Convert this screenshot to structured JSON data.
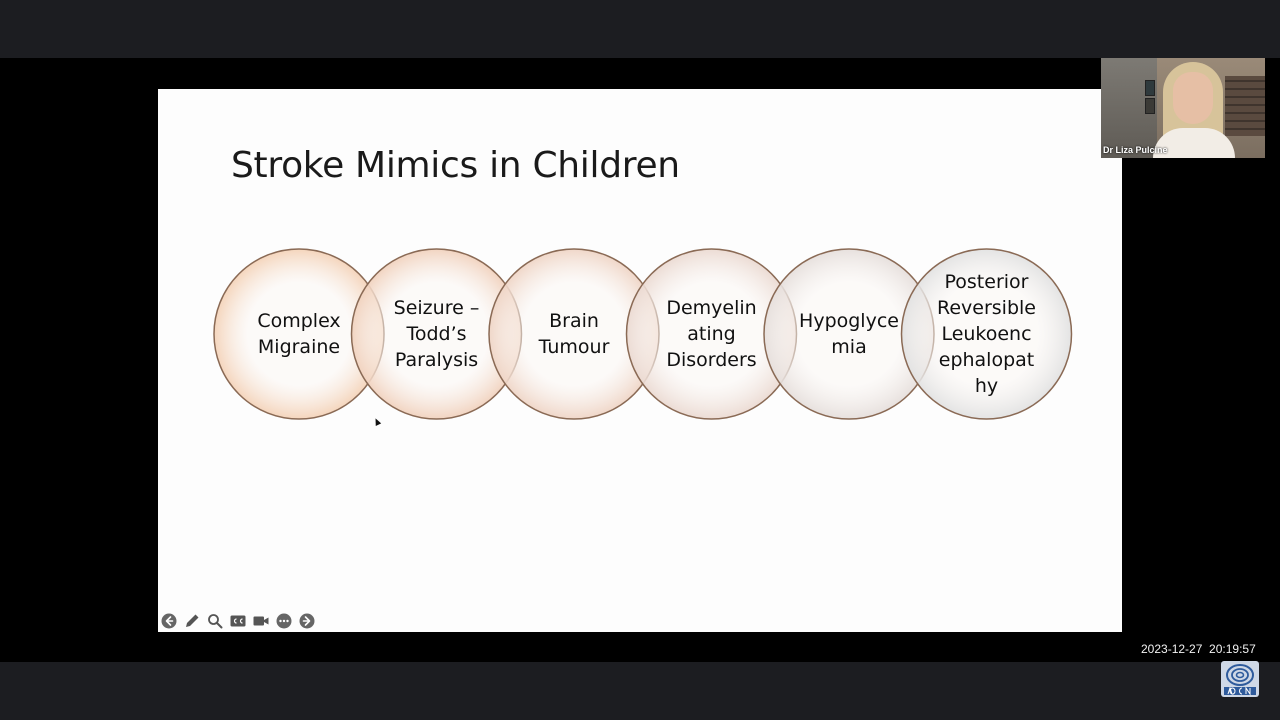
{
  "slide": {
    "title": "Stroke Mimics in Children",
    "circles": [
      {
        "label": "Complex\nMigraine",
        "fill_color": "#f4d3b9"
      },
      {
        "label": "Seizure –\nTodd’s\nParalysis",
        "fill_color": "#f1d2be"
      },
      {
        "label": "Brain\nTumour",
        "fill_color": "#efd5c6"
      },
      {
        "label": "Demyelin\nating\nDisorders",
        "fill_color": "#ebdad2"
      },
      {
        "label": "Hypoglyce\nmia",
        "fill_color": "#e6dfdc"
      },
      {
        "label": "Posterior\nReversible\nLeukoenc\nephalopat\nhy",
        "fill_color": "#e2e2e2"
      }
    ]
  },
  "toolbar": {
    "buttons": [
      {
        "icon": "arrow-left-icon"
      },
      {
        "icon": "pen-icon"
      },
      {
        "icon": "zoom-icon"
      },
      {
        "icon": "captions-icon"
      },
      {
        "icon": "video-camera-icon"
      },
      {
        "icon": "more-icon"
      },
      {
        "icon": "arrow-right-icon"
      }
    ]
  },
  "webcam": {
    "participant_name": "Dr Liza Pulcine"
  },
  "overlay": {
    "timestamp": "2023-12-27  20:19:57",
    "logo_icon": "aocn-logo-icon"
  },
  "colors": {
    "frame_bar": "#1c1d21",
    "slide_bg": "#fdfdfd",
    "circle_stroke": "#8a6a55",
    "toolbar_icon": "#555555"
  }
}
